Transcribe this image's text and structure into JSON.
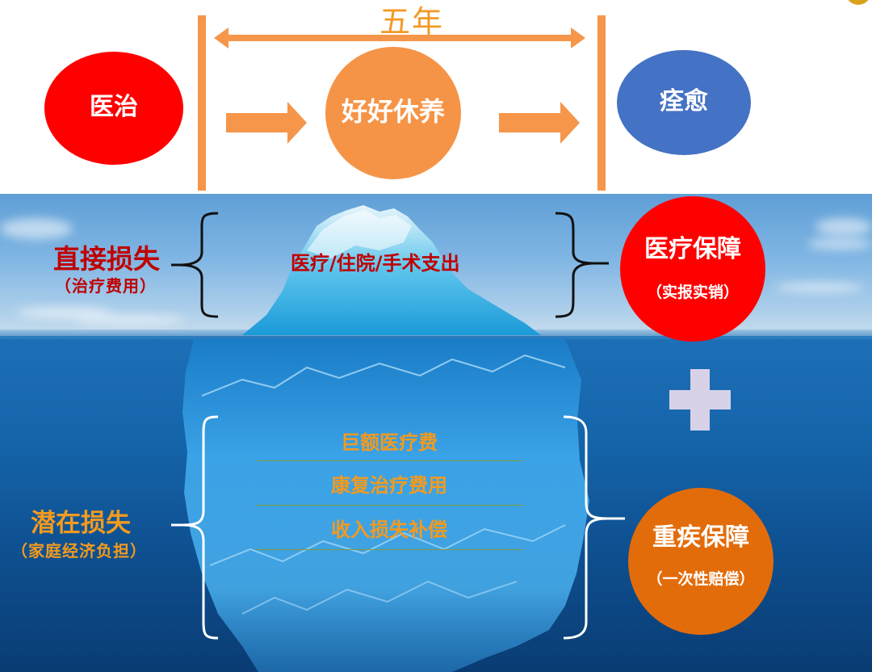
{
  "timeline": {
    "span_label": "五年",
    "stages": [
      {
        "label": "医治",
        "color": "#ff0000"
      },
      {
        "label": "好好休养",
        "color": "#f59447"
      },
      {
        "label": "痊愈",
        "color": "#4472c4"
      }
    ],
    "accent_color": "#f5964a"
  },
  "iceberg": {
    "direct_loss": {
      "title": "直接损失",
      "subtitle": "（治疗费用）",
      "items": "医疗/住院/手术支出",
      "color": "#c00000"
    },
    "latent_loss": {
      "title": "潜在损失",
      "subtitle": "（家庭经济负担）",
      "items": [
        "巨额医疗费",
        "康复治疗费用",
        "收入损失补偿"
      ],
      "color": "#f39a1e"
    },
    "medical_coverage": {
      "title": "医疗保障",
      "subtitle": "（实报实销）",
      "color": "#ff0000"
    },
    "plus_symbol": "plus-icon",
    "critical_coverage": {
      "title": "重疾保障",
      "subtitle": "（一次性赔偿）",
      "color": "#e36c0a"
    }
  }
}
